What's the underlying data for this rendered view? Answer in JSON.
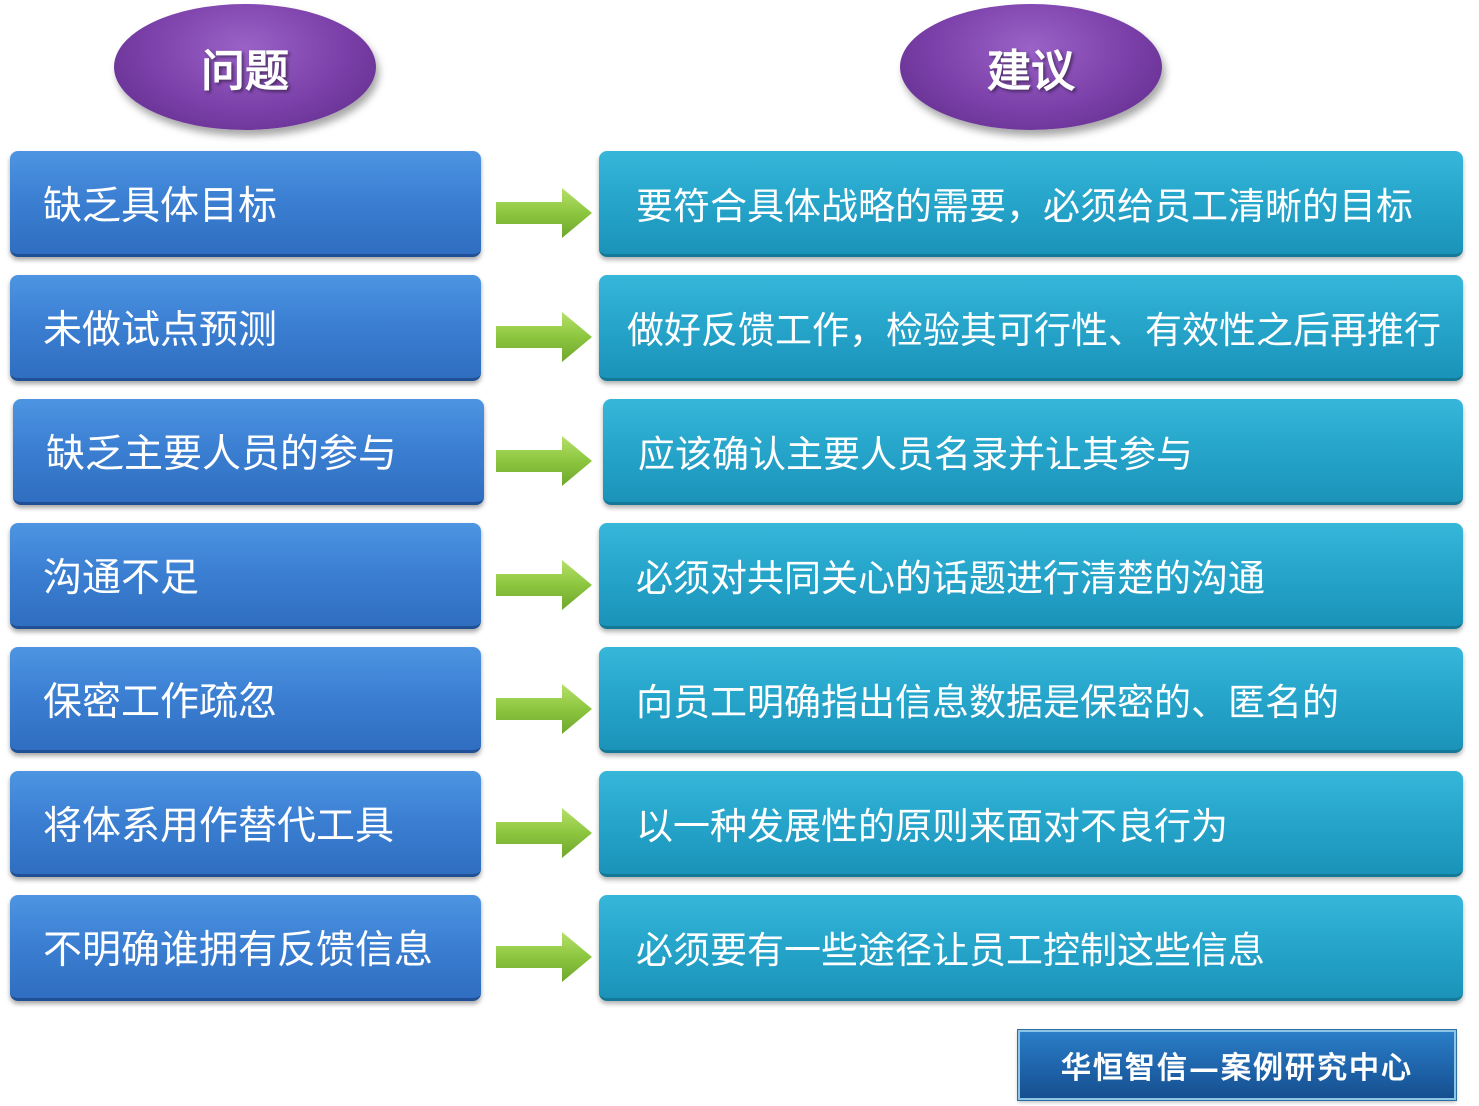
{
  "headers": {
    "problem": "问题",
    "suggestion": "建议"
  },
  "rows": [
    {
      "problem": "缺乏具体目标",
      "suggestion": "要符合具体战略的需要，必须给员工清晰的目标"
    },
    {
      "problem": "未做试点预测",
      "suggestion": "做好反馈工作，检验其可行性、有效性之后再推行"
    },
    {
      "problem": "缺乏主要人员的参与",
      "suggestion": "应该确认主要人员名录并让其参与"
    },
    {
      "problem": "沟通不足",
      "suggestion": "必须对共同关心的话题进行清楚的沟通"
    },
    {
      "problem": "保密工作疏忽",
      "suggestion": "向员工明确指出信息数据是保密的、匿名的"
    },
    {
      "problem": "将体系用作替代工具",
      "suggestion": "以一种发展性的原则来面对不良行为"
    },
    {
      "problem": "不明确谁拥有反馈信息",
      "suggestion": "必须要有一些途径让员工控制这些信息"
    }
  ],
  "footer": {
    "label": "华恒智信—案例研究中心"
  },
  "colors": {
    "header_oval": "#7a3fa8",
    "problem_box": "#3c80d3",
    "suggestion_box": "#27a6cc",
    "arrow": "#8cc63f",
    "footer_badge": "#1f66ad"
  },
  "icons": {
    "connector": "right-arrow-icon"
  }
}
